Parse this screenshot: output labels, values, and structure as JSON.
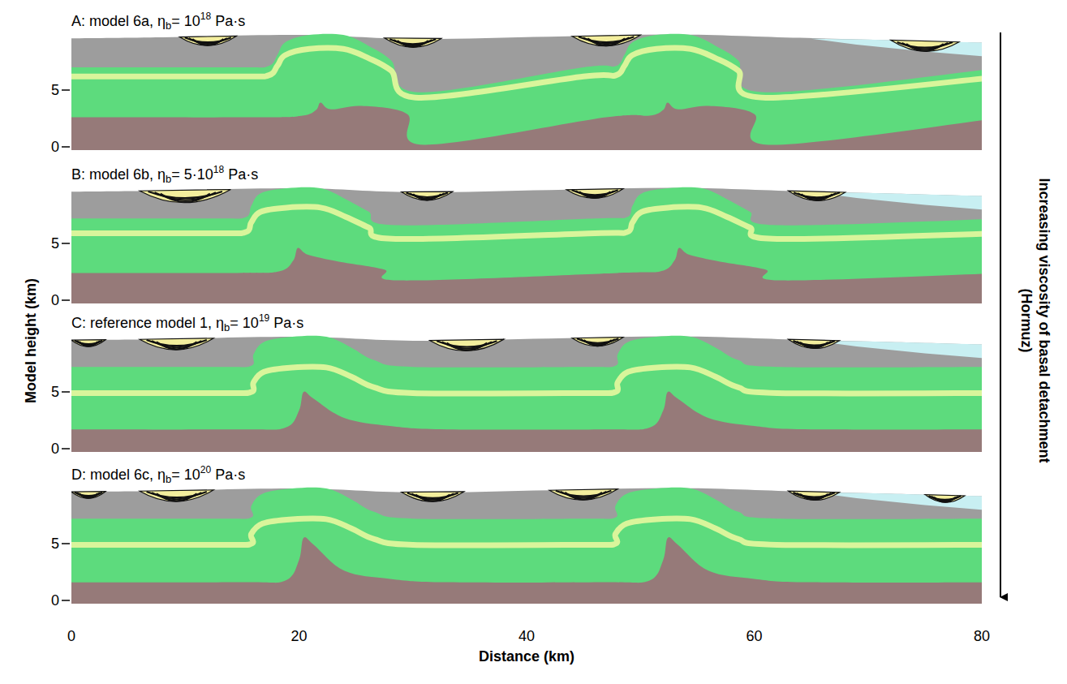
{
  "diagram": {
    "labels": [
      "A: model 6a, η",
      "b",
      "= 10",
      "18",
      "Pa·s",
      "B: model 6b, η",
      "b",
      "= 5·10",
      "18",
      "Pa·s",
      "C: reference model 1, η",
      "b",
      "= 10",
      "19",
      "Pa·s",
      "D: model 6c, η",
      "b",
      "= 10",
      "20",
      "Pa·s",
      "5",
      "0",
      "5",
      "0",
      "5",
      "0",
      "5",
      "0",
      "0",
      "20",
      "40",
      "60",
      "80",
      "Model height (km)",
      "Distance (km)",
      "Increasing viscosity of basal detachment",
      "(Hormuz)"
    ]
  }
}
